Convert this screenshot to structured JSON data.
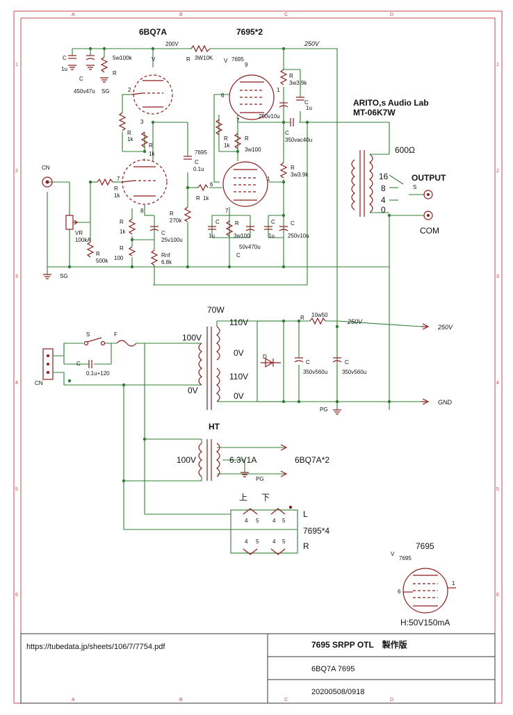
{
  "zones": {
    "cols": [
      "A",
      "B",
      "C",
      "D"
    ],
    "rows": [
      "1",
      "2",
      "3",
      "4",
      "5",
      "6"
    ]
  },
  "tubes": {
    "driver": "6BQ7A",
    "output": "7695*2",
    "output_small": "7695"
  },
  "lab": {
    "line1": "ARITO,s Audio Lab",
    "line2": "MT-06K7W"
  },
  "supply": {
    "b200": "200V",
    "b250": "250V",
    "b250_right": "250V"
  },
  "amp_labels": {
    "c_top_a": "C",
    "c_top_a_val": "1u",
    "c_top_b": "C",
    "c_top_b_val": "450v47u",
    "r_top": "R",
    "r_top_val": "5w100k",
    "sg_top": "SG",
    "r_bridge": "R",
    "r_bridge_val": "3W10K",
    "v_label": "V",
    "v_label2": "V",
    "v7695": "7695",
    "v7695b": "7695",
    "r_out_a": "R",
    "r_out_a_val": "3w3.9k",
    "c_out_a": "C",
    "c_out_a_val": "1u",
    "c_out_a2": "250v10u",
    "r_mid_a": "R",
    "r_mid_a_val": "1k",
    "r_mid_b": "R",
    "r_mid_b_val": "1k",
    "r_screen_a": "R",
    "r_screen_a_val": "1k",
    "r_screen_b": "R",
    "r_screen_b_val": "3w100",
    "c_coup": "C",
    "c_coup_val": "350vac40u",
    "c_mid": "C",
    "c_mid_val": "0.1u",
    "r_grid": "R",
    "r_grid_val": "1k",
    "r_270": "R",
    "r_270_val": "270k",
    "r_out_b": "R",
    "r_out_b_val": "3w3.9k",
    "r_cath_a": "R",
    "r_cath_a_val": "1k",
    "r_cath_b": "R",
    "r_cath_b_val": "100",
    "c_cath": "C",
    "c_cath_val": "25v100u",
    "rnf": "Rnf",
    "rnf_val": "6.8k",
    "c_low_a": "C",
    "c_low_a_val": "1u",
    "r_low": "R",
    "r_low_val": "3w100",
    "c_low_b": "C",
    "c_low_b_val": "50v470u",
    "c_low_c": "C",
    "c_low_d": "C",
    "c_low_d_val": "1u",
    "c_low_e": "C",
    "c_low_e_val": "250v10u",
    "vr": "VR",
    "vr_val": "100kA",
    "r_in": "R",
    "r_in_val": "500k",
    "r_g": "R",
    "r_g_val": "1k",
    "cn_in": "CN",
    "sg_in": "SG",
    "ohm600": "600Ω",
    "output": "OUTPUT",
    "taps": [
      "16",
      "8",
      "4",
      "0"
    ],
    "sw": "S",
    "com": "COM",
    "pin": {
      "p1": "1",
      "p2": "2",
      "p3": "3",
      "p6": "6",
      "p7": "7",
      "p8": "8",
      "p9": "9"
    }
  },
  "power": {
    "w70": "70W",
    "v100": "100V",
    "v0": "0V",
    "v110a": "110V",
    "v0a": "0V",
    "v110b": "110V",
    "v0b": "0V",
    "sw": "S",
    "fuse": "F",
    "c": "C",
    "c_val": "0.1u+120",
    "cn": "CN",
    "d": "D",
    "r": "R",
    "r_val": "10w50",
    "rail": "250V",
    "rail_out": "250V",
    "gnd": "GND",
    "c1": "C",
    "c1_val": "350v560u",
    "c2": "C",
    "c2_val": "350v560u",
    "pg": "PG"
  },
  "heater": {
    "ht": "HT",
    "v100": "100V",
    "v63": "6.3V1A",
    "dest": "6BQ7A*2",
    "pg": "PG",
    "upper": "上",
    "lower": "下",
    "l": "L",
    "r": "R",
    "tubes": "7695*4",
    "pins": [
      "4",
      "5",
      "4",
      "5",
      "4",
      "5",
      "4",
      "5"
    ]
  },
  "detail": {
    "title": "7695",
    "v": "V",
    "tube": "7695",
    "pin6": "6",
    "pin1": "1",
    "spec": "H:50V150mA"
  },
  "title_block": {
    "url": "https://tubedata.jp/sheets/106/7/7754.pdf",
    "title": "7695 SRPP OTL　製作版",
    "tubes": "6BQ7A 7695",
    "date": "20200508/0918"
  }
}
